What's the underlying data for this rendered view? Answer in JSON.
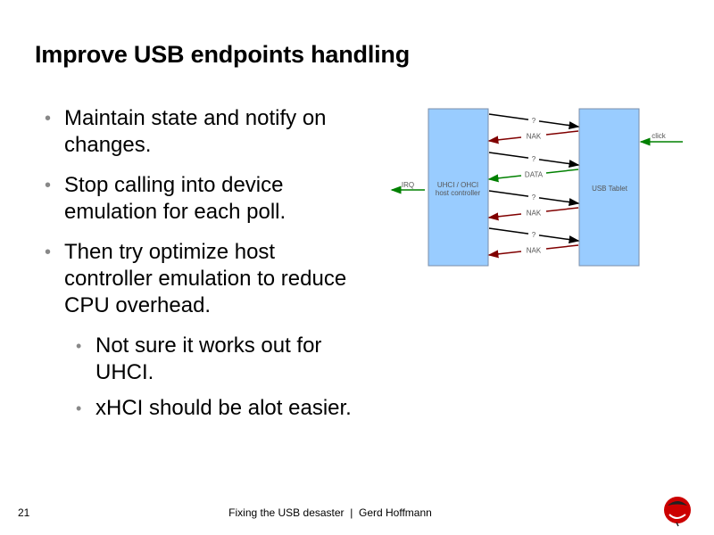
{
  "title": "Improve USB endpoints handling",
  "bullets": [
    "Maintain state and notify on changes.",
    "Stop calling into device emulation for each poll.",
    "Then try optimize host controller emulation to reduce CPU overhead."
  ],
  "sub_bullets": [
    "Not sure it works out for UHCI.",
    "xHCI should be alot easier."
  ],
  "diagram": {
    "host_line1": "UHCI / OHCI",
    "host_line2": "host controller",
    "device": "USB Tablet",
    "irq": "IRQ",
    "click": "click",
    "messages": [
      "?",
      "NAK",
      "?",
      "DATA",
      "?",
      "NAK",
      "?",
      "NAK"
    ],
    "colors": {
      "box": "#99ccff",
      "request": "#000000",
      "nak": "#800000",
      "data": "#008000"
    }
  },
  "footer": {
    "page": "21",
    "text": "Fixing the USB desaster  |  Gerd Hoffmann"
  }
}
